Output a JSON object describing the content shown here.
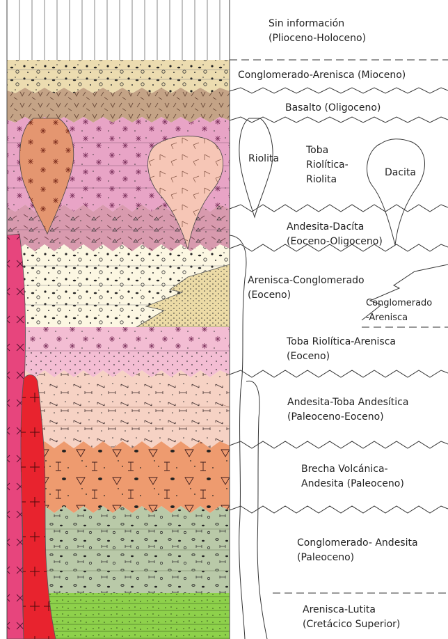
{
  "units": [
    {
      "id": "plio",
      "lines": [
        "Sin información",
        "(Plioceno-Holoceno)"
      ]
    },
    {
      "id": "mio",
      "lines": [
        "Conglomerado-Arenisca (Mioceno)"
      ]
    },
    {
      "id": "oligo",
      "lines": [
        "Basalto (Oligoceno)"
      ]
    },
    {
      "id": "riolita",
      "lines": [
        "Riolita"
      ]
    },
    {
      "id": "toba",
      "lines": [
        "Toba",
        "Riolítica-",
        "Riolita"
      ]
    },
    {
      "id": "dacita",
      "lines": [
        "Dacita"
      ]
    },
    {
      "id": "andesita_dacita",
      "lines": [
        "Andesita-Dacíta",
        "(Eoceno-Oligoceno)"
      ]
    },
    {
      "id": "arenisca_cong",
      "lines": [
        "Arenisca-Conglomerado",
        "(Eoceno)"
      ]
    },
    {
      "id": "cong_arenisca",
      "lines": [
        "Conglomerado",
        "-Arenisca"
      ]
    },
    {
      "id": "toba_arenisca",
      "lines": [
        "Toba Riolítica-Arenisca",
        "(Eoceno)"
      ]
    },
    {
      "id": "andesita_toba",
      "lines": [
        "Andesita-Toba Andesítica",
        "(Paleoceno-Eoceno)"
      ]
    },
    {
      "id": "brecha",
      "lines": [
        "Brecha Volcánica-",
        "Andesita (Paleoceno)"
      ]
    },
    {
      "id": "cong_andesita",
      "lines": [
        "Conglomerado- Andesita",
        "(Paleoceno)"
      ]
    },
    {
      "id": "arenisca_lutita",
      "lines": [
        "Arenisca-Lutita",
        "(Cretácico Superior)"
      ]
    }
  ],
  "colors": {
    "buff": "#ecdcb0",
    "brown": "#c4a386",
    "pink_toba": "#e8a4c6",
    "mauve": "#d89aae",
    "rhyolite": "#e49670",
    "dacite": "#f6c6b6",
    "cream": "#fcf7e2",
    "sand": "#ecdba6",
    "pink_light": "#f3bdd3",
    "peach": "#f6d2c4",
    "orange": "#ee9b6f",
    "green": "#b9c9a8",
    "lime": "#8ed14b",
    "dike_magenta": "#e7457d",
    "dike_red": "#e8232e"
  }
}
